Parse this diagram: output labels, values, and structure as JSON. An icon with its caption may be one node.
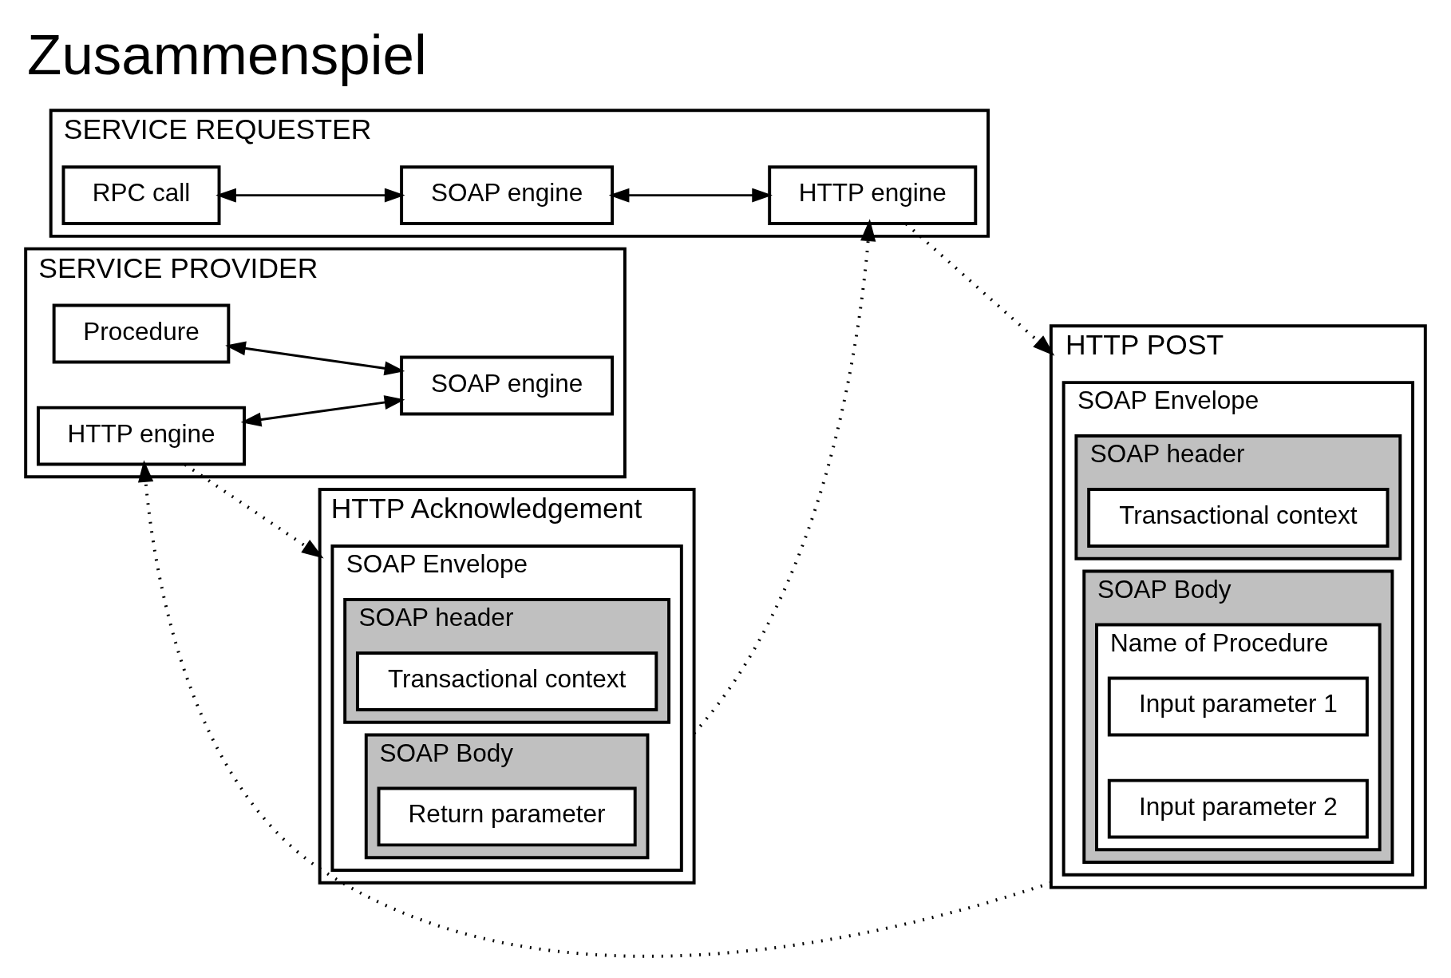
{
  "diagram": {
    "title": "Zusammenspiel",
    "nodes": [
      {
        "text": [
          "SERVICE REQUESTER"
        ]
      },
      {
        "text": [
          "RPC call"
        ],
        "in": 0
      },
      {
        "text": [
          "SOAP engine"
        ],
        "in": 0
      },
      {
        "text": [
          "HTTP engine"
        ],
        "in": 0
      },
      {
        "text": [
          "HTTP POST"
        ]
      },
      {
        "text": [
          "SOAP Envelope"
        ],
        "in": 4
      },
      {
        "text": [
          "SOAP header"
        ],
        "in": 5
      },
      {
        "text": [
          "Transactional context"
        ],
        "in": 6
      },
      {
        "text": [
          "SOAP Body"
        ],
        "in": 5
      },
      {
        "text": [
          "Name of Procedure"
        ],
        "in": 8
      },
      {
        "text": [
          "Input parameter 1"
        ],
        "in": 9
      },
      {
        "text": [
          "Input parameter 2"
        ],
        "in": 9
      },
      {
        "text": [
          "HTTP Acknowledgement"
        ]
      },
      {
        "text": [
          "SOAP Envelope"
        ],
        "in": 12
      },
      {
        "text": [
          "SOAP header"
        ],
        "in": 13
      },
      {
        "text": [
          "Transactional context"
        ],
        "in": 14
      },
      {
        "text": [
          "SOAP Body"
        ],
        "in": 13
      },
      {
        "text": [
          "Return parameter"
        ],
        "in": 16
      },
      {
        "text": [
          "SERVICE PROVIDER"
        ]
      },
      {
        "text": [
          "Procedure"
        ],
        "in": 18
      },
      {
        "text": [
          "HTTP engine"
        ],
        "in": 18
      },
      {
        "text": [
          "SOAP engine"
        ],
        "in": 18
      }
    ],
    "edges": [
      {
        "from": 1,
        "to": 2,
        "arrow": "both"
      },
      {
        "from": 2,
        "to": 3,
        "arrow": "both"
      },
      {
        "from": 3,
        "to": 4,
        "arrow": "to",
        "style": "dashed"
      },
      {
        "from": 4,
        "to": 20,
        "arrow": "to",
        "style": "dashed"
      },
      {
        "from": 20,
        "to": 12,
        "arrow": "to",
        "style": "dashed"
      },
      {
        "from": 12,
        "to": 3,
        "arrow": "to",
        "style": "dashed"
      },
      {
        "from": 20,
        "to": 21,
        "arrow": "both"
      },
      {
        "from": 19,
        "to": 21,
        "arrow": "both"
      }
    ]
  }
}
